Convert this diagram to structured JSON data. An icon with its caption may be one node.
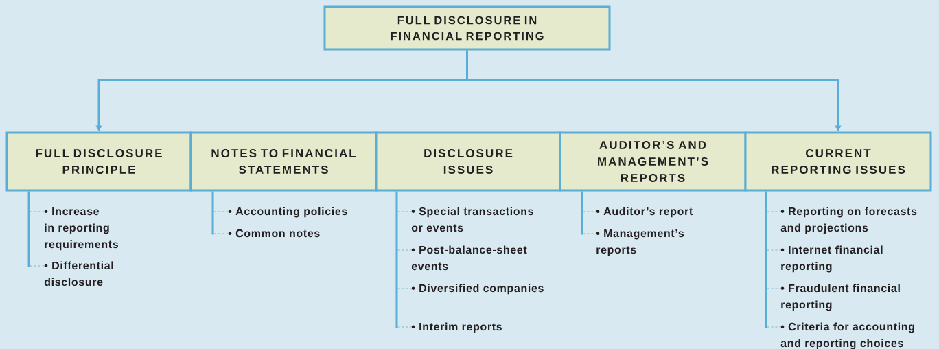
{
  "diagram": {
    "nodes": [
      {
        "text": [
          "FULL DISCLOSURE IN FINANCIAL REPORTING"
        ]
      },
      {
        "text": [
          "FULL DISCLOSURE PRINCIPLE"
        ]
      },
      {
        "text": [
          "NOTES TO FINANCIAL STATEMENTS"
        ]
      },
      {
        "text": [
          "DISCLOSURE ISSUES"
        ]
      },
      {
        "text": [
          "AUDITOR’S AND MANAGEMENT’S REPORTS"
        ]
      },
      {
        "text": [
          "CURRENT REPORTING ISSUES"
        ]
      },
      {
        "text": [
          "• Increase in reporting requirements"
        ]
      },
      {
        "text": [
          "• Differential disclosure"
        ]
      },
      {
        "text": [
          "• Accounting policies"
        ]
      },
      {
        "text": [
          "• Common notes"
        ]
      },
      {
        "text": [
          "• Special transactions or events"
        ]
      },
      {
        "text": [
          "• Post-balance-sheet events"
        ]
      },
      {
        "text": [
          "• Diversified companies"
        ]
      },
      {
        "text": [
          "• Interim reports"
        ]
      },
      {
        "text": [
          "• Auditor’s report"
        ]
      },
      {
        "text": [
          "• Management’s reports"
        ]
      },
      {
        "text": [
          "• Reporting on forecasts and projections"
        ]
      },
      {
        "text": [
          "• Internet financial reporting"
        ]
      },
      {
        "text": [
          "• Fraudulent financial reporting"
        ]
      },
      {
        "text": [
          "• Criteria for accounting and reporting choices"
        ]
      }
    ],
    "edges": [
      {
        "from": 0,
        "to": 1,
        "arrow": "to"
      },
      {
        "from": 0,
        "to": 5,
        "arrow": "to"
      },
      {
        "from": 1,
        "to": 6,
        "arrow": "none"
      },
      {
        "from": 1,
        "to": 7,
        "arrow": "none"
      },
      {
        "from": 2,
        "to": 8,
        "arrow": "none"
      },
      {
        "from": 2,
        "to": 9,
        "arrow": "none"
      },
      {
        "from": 3,
        "to": 10,
        "arrow": "none"
      },
      {
        "from": 3,
        "to": 11,
        "arrow": "none"
      },
      {
        "from": 3,
        "to": 12,
        "arrow": "none"
      },
      {
        "from": 3,
        "to": 13,
        "arrow": "none"
      },
      {
        "from": 4,
        "to": 14,
        "arrow": "none"
      },
      {
        "from": 4,
        "to": 15,
        "arrow": "none"
      },
      {
        "from": 5,
        "to": 16,
        "arrow": "none"
      },
      {
        "from": 5,
        "to": 17,
        "arrow": "none"
      },
      {
        "from": 5,
        "to": 18,
        "arrow": "none"
      },
      {
        "from": 5,
        "to": 19,
        "arrow": "none"
      }
    ]
  }
}
